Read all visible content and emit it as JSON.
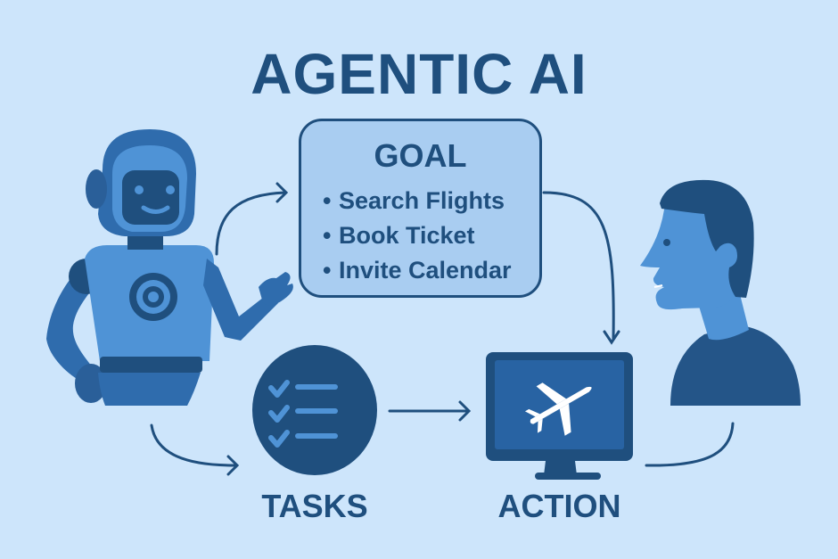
{
  "title": "AGENTIC AI",
  "goal": {
    "title": "GOAL",
    "bullet": "•",
    "items": [
      "Search Flights",
      "Book Ticket",
      "Invite Calendar"
    ]
  },
  "tasks": {
    "label": "TASKS"
  },
  "action": {
    "label": "ACTION"
  },
  "colors": {
    "background": "#cde5fb",
    "dark_blue": "#1f4f7e",
    "mid_blue": "#2f6cad",
    "light_blue": "#4f93d6",
    "goal_fill": "#a9cdf1"
  },
  "figures": {
    "agent": "robot-icon",
    "user": "person-profile-icon",
    "tasks": "checklist-icon",
    "action": "monitor-airplane-icon"
  }
}
